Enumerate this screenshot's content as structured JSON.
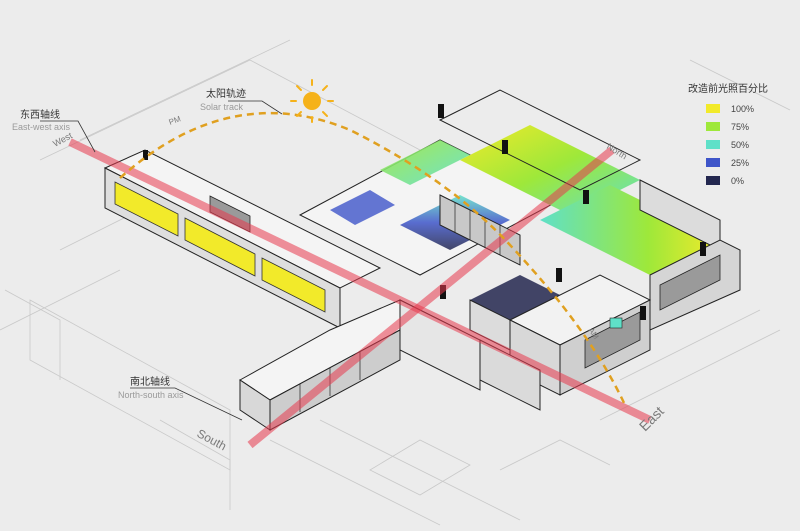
{
  "labels": {
    "east_west_cn": "东西轴线",
    "east_west_en": "East-west axis",
    "north_south_cn": "南北轴线",
    "north_south_en": "North-south axis",
    "solar_cn": "太阳轨迹",
    "solar_en": "Solar track",
    "pm": "PM",
    "am": "AM",
    "west": "West",
    "east": "East",
    "north": "North",
    "south": "South"
  },
  "legend": {
    "title": "改造前光照百分比",
    "items": [
      {
        "label": "100%",
        "color": "#f2ea2a"
      },
      {
        "label": "75%",
        "color": "#9ee83a"
      },
      {
        "label": "50%",
        "color": "#5fe0c8"
      },
      {
        "label": "25%",
        "color": "#3e55c9"
      },
      {
        "label": "0%",
        "color": "#23274f"
      }
    ]
  },
  "colors": {
    "axis_red": "#e83a4e",
    "solar_orange": "#e0a020",
    "sun": "#f5b21a",
    "background": "#ececec"
  }
}
